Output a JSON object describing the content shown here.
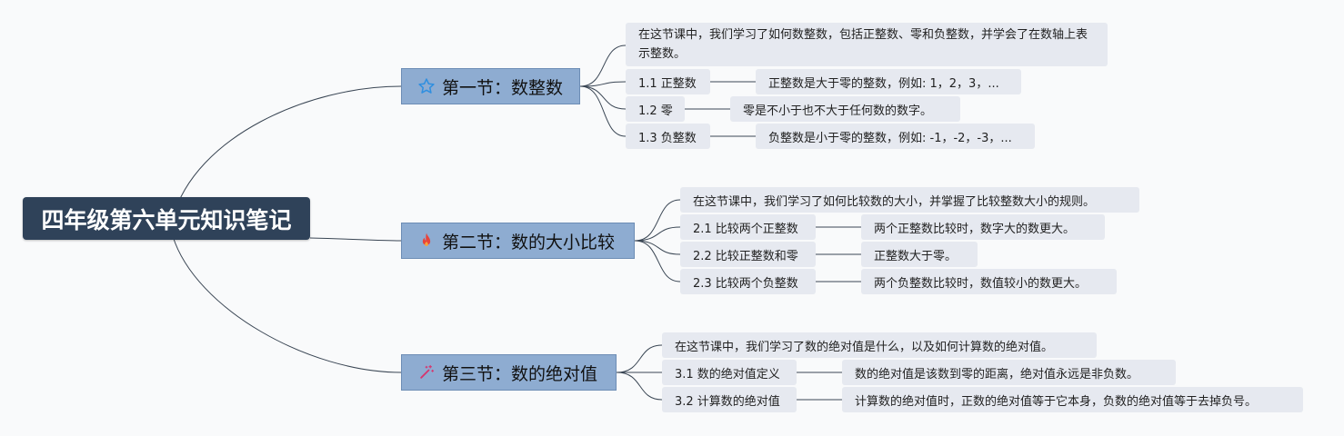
{
  "root": "四年级第六单元知识笔记",
  "sections": [
    {
      "title": "第一节：数整数",
      "icon": "star-icon",
      "icon_color": "#2f8fe0",
      "summary": "在这节课中，我们学习了如何数整数，包括正整数、零和负整数，并学会了在数轴上表示整数。",
      "topics": [
        {
          "label": "1.1 正整数",
          "detail": "正整数是大于零的整数，例如: 1，2，3，..."
        },
        {
          "label": "1.2 零",
          "detail": "零是不小于也不大于任何数的数字。"
        },
        {
          "label": "1.3 负整数",
          "detail": "负整数是小于零的整数，例如: -1，-2，-3，..."
        }
      ]
    },
    {
      "title": "第二节：数的大小比较",
      "icon": "fire-icon",
      "icon_color": "#e8443a",
      "summary": "在这节课中，我们学习了如何比较数的大小，并掌握了比较整数大小的规则。",
      "topics": [
        {
          "label": "2.1 比较两个正整数",
          "detail": "两个正整数比较时，数字大的数更大。"
        },
        {
          "label": "2.2 比较正整数和零",
          "detail": "正整数大于零。"
        },
        {
          "label": "2.3 比较两个负整数",
          "detail": "两个负整数比较时，数值较小的数更大。"
        }
      ]
    },
    {
      "title": "第三节：数的绝对值",
      "icon": "magic-wand-icon",
      "icon_color": "#d6366f",
      "summary": "在这节课中，我们学习了数的绝对值是什么，以及如何计算数的绝对值。",
      "topics": [
        {
          "label": "3.1 数的绝对值定义",
          "detail": "数的绝对值是该数到零的距离，绝对值永远是非负数。"
        },
        {
          "label": "3.2 计算数的绝对值",
          "detail": "计算数的绝对值时，正数的绝对值等于它本身，负数的绝对值等于去掉负号。"
        }
      ]
    }
  ]
}
